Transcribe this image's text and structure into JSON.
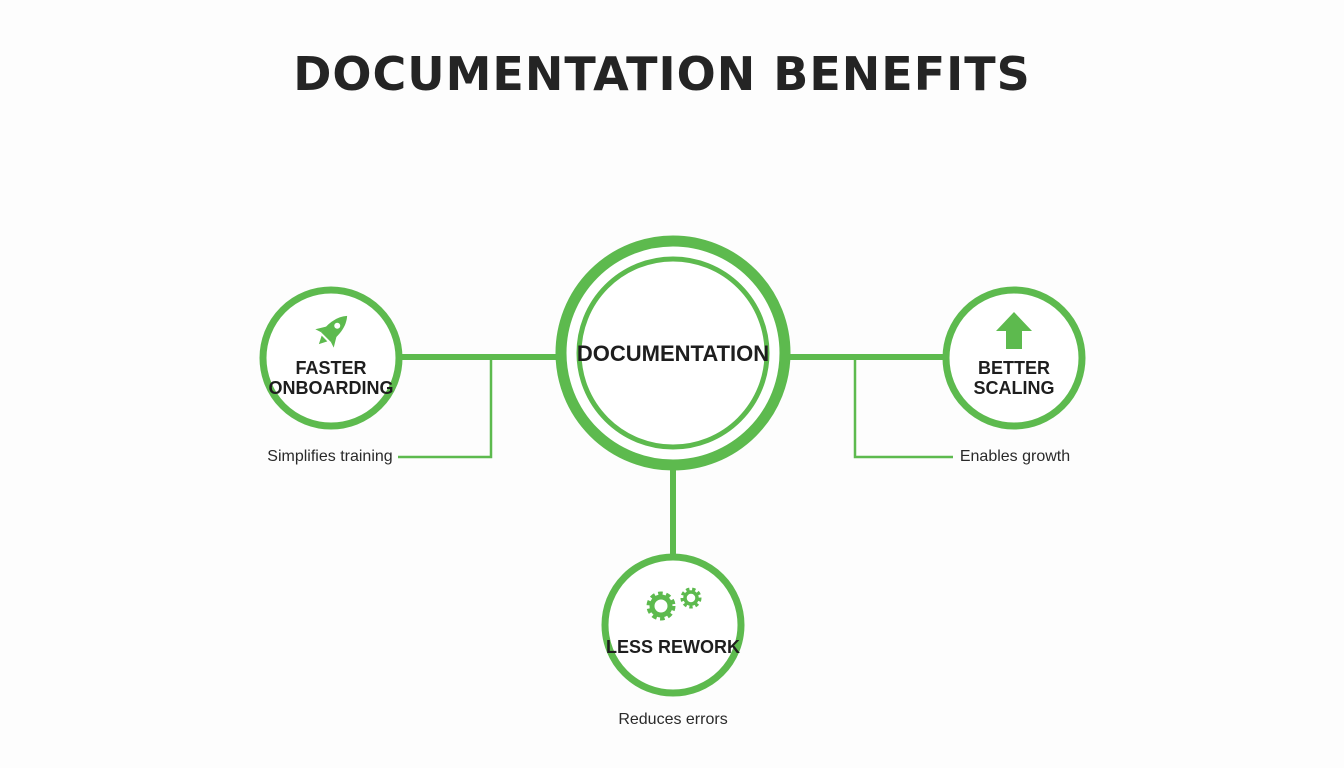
{
  "title": "DOCUMENTATION BENEFITS",
  "accent_color": "#5dba4e",
  "center": {
    "label": "DOCUMENTATION"
  },
  "nodes": {
    "left": {
      "line1": "FASTER",
      "line2": "ONBOARDING",
      "icon": "rocket-icon",
      "description": "Simplifies training"
    },
    "right": {
      "line1": "BETTER",
      "line2": "SCALING",
      "icon": "arrow-up-icon",
      "description": "Enables growth"
    },
    "bottom": {
      "label": "LESS REWORK",
      "icon": "gears-icon",
      "description": "Reduces errors"
    }
  }
}
